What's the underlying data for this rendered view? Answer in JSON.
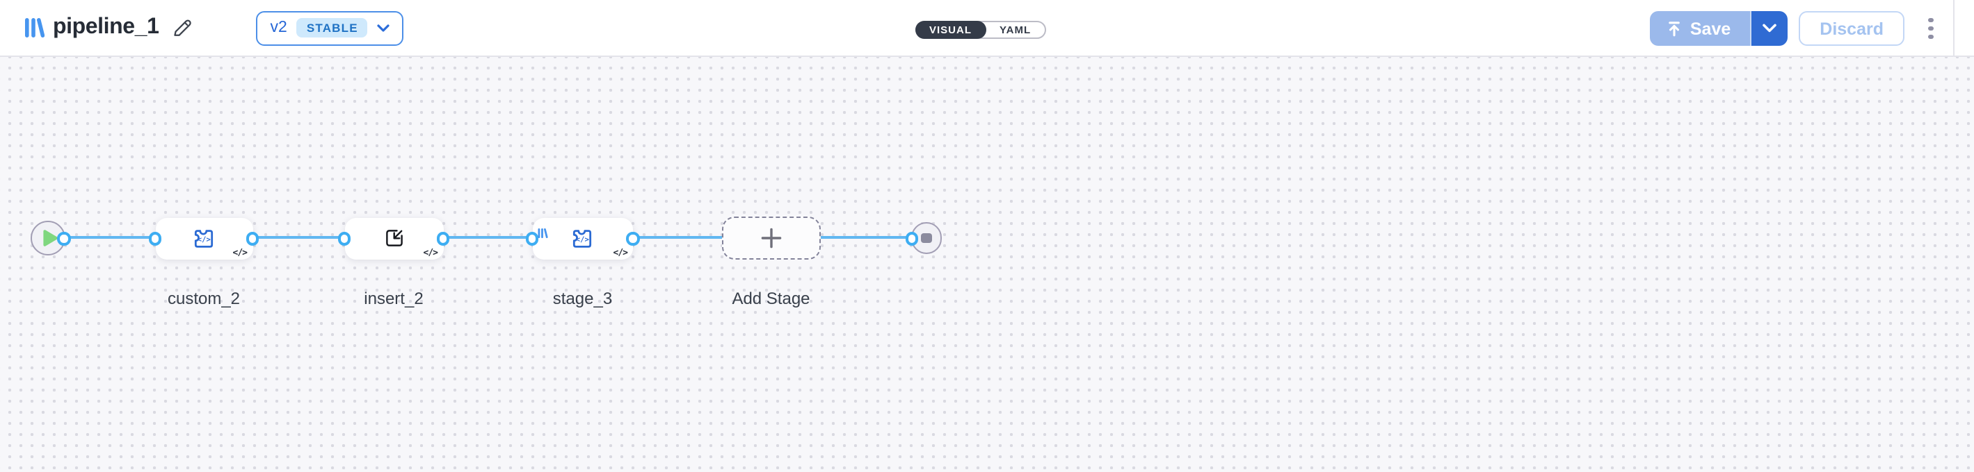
{
  "header": {
    "title": "pipeline_1",
    "version_selector": {
      "version": "v2",
      "status_badge": "STABLE"
    },
    "mode_toggle": {
      "visual_label": "VISUAL",
      "yaml_label": "YAML",
      "selected": "VISUAL"
    },
    "save_label": "Save",
    "discard_label": "Discard"
  },
  "canvas": {
    "nodes": [
      {
        "id": "start",
        "type": "start",
        "icon": "play-icon"
      },
      {
        "id": "custom_2",
        "type": "stage",
        "label": "custom_2",
        "icon": "puzzle-code-icon",
        "code_badge": "</>"
      },
      {
        "id": "insert_2",
        "type": "stage",
        "label": "insert_2",
        "icon": "import-icon",
        "code_badge": "</>"
      },
      {
        "id": "stage_3",
        "type": "stage",
        "label": "stage_3",
        "icon": "puzzle-code-icon",
        "code_badge": "</>",
        "corner_badge": "pipeline-logo-icon"
      },
      {
        "id": "add_stage",
        "type": "add-stage-placeholder",
        "label": "Add Stage",
        "icon": "plus-icon"
      },
      {
        "id": "end",
        "type": "end",
        "icon": "stop-icon"
      }
    ],
    "connections": [
      [
        "start",
        "custom_2"
      ],
      [
        "custom_2",
        "insert_2"
      ],
      [
        "insert_2",
        "stage_3"
      ],
      [
        "stage_3",
        "add_stage"
      ],
      [
        "add_stage",
        "end"
      ]
    ]
  },
  "colors": {
    "accent_blue": "#2f6bd3",
    "connection_blue": "#61b7f1",
    "port_blue": "#3dadf2",
    "save_disabled_blue": "#9bb9eb",
    "stable_badge_bg": "#cfe9fc",
    "stable_badge_text": "#1f72c4",
    "toggle_dark": "#343b48",
    "canvas_bg": "#f7f7fa",
    "start_green": "#7fd77f",
    "stop_gray": "#8b8b9e"
  }
}
